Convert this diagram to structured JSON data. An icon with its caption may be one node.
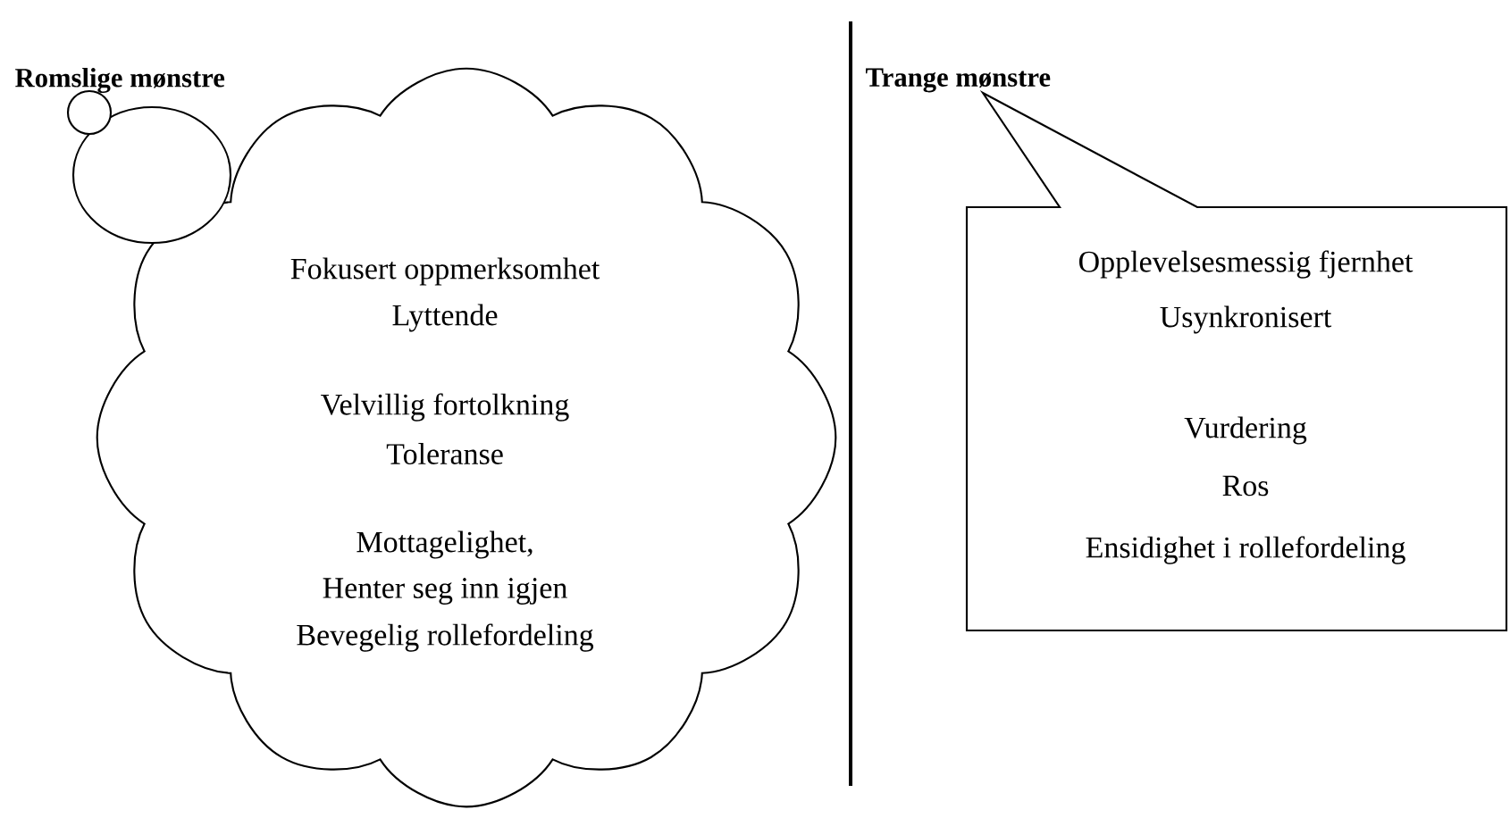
{
  "diagram": {
    "nodes": [
      {
        "text": [
          "Fokusert oppmerksomhet",
          "Lyttende",
          "Velvillig fortolkning",
          "Toleranse",
          "Mottagelighet,",
          "Henter seg inn igjen",
          "Bevegelig rollefordeling"
        ]
      },
      {
        "text": [
          "Opplevelsesmessig fjernhet",
          "Usynkronisert",
          "Vurdering",
          "Ros",
          "Ensidighet i rollefordeling"
        ]
      }
    ],
    "labels": [
      "Romslige mønstre",
      "Trange mønstre"
    ]
  }
}
